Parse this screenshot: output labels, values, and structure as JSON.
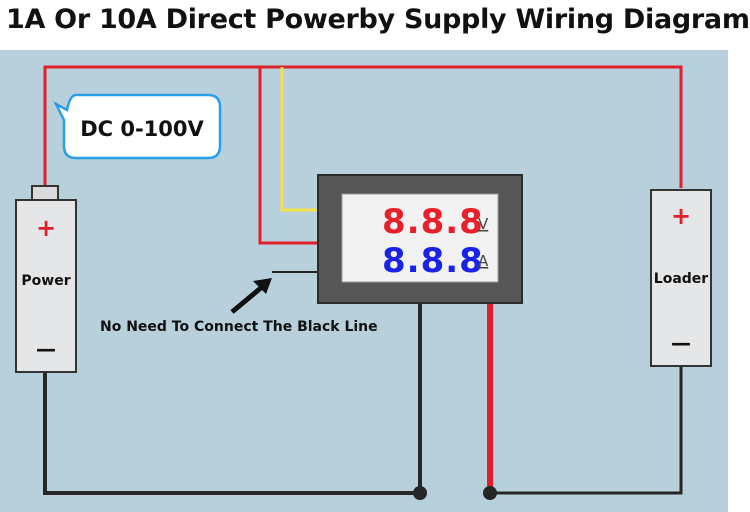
{
  "title": "1A Or 10A Direct Powerby Supply Wiring Diagram",
  "callout_text": "DC 0-100V",
  "power": {
    "label": "Power",
    "plus": "+",
    "minus": "—"
  },
  "loader": {
    "label": "Loader",
    "plus": "+",
    "minus": "—"
  },
  "meter": {
    "voltage_reading": "8.8.8",
    "voltage_unit": "V",
    "current_reading": "8.8.8",
    "current_unit": "A"
  },
  "note": "No Need To Connect The Black Line",
  "colors": {
    "background": "#b8cfdc",
    "red_wire": "#e0202a",
    "yellow_wire": "#f2e24a",
    "black_wire": "#262626",
    "voltage_digits": "#e8202a",
    "current_digits": "#1a22e8",
    "callout_border": "#2a9ee6"
  }
}
